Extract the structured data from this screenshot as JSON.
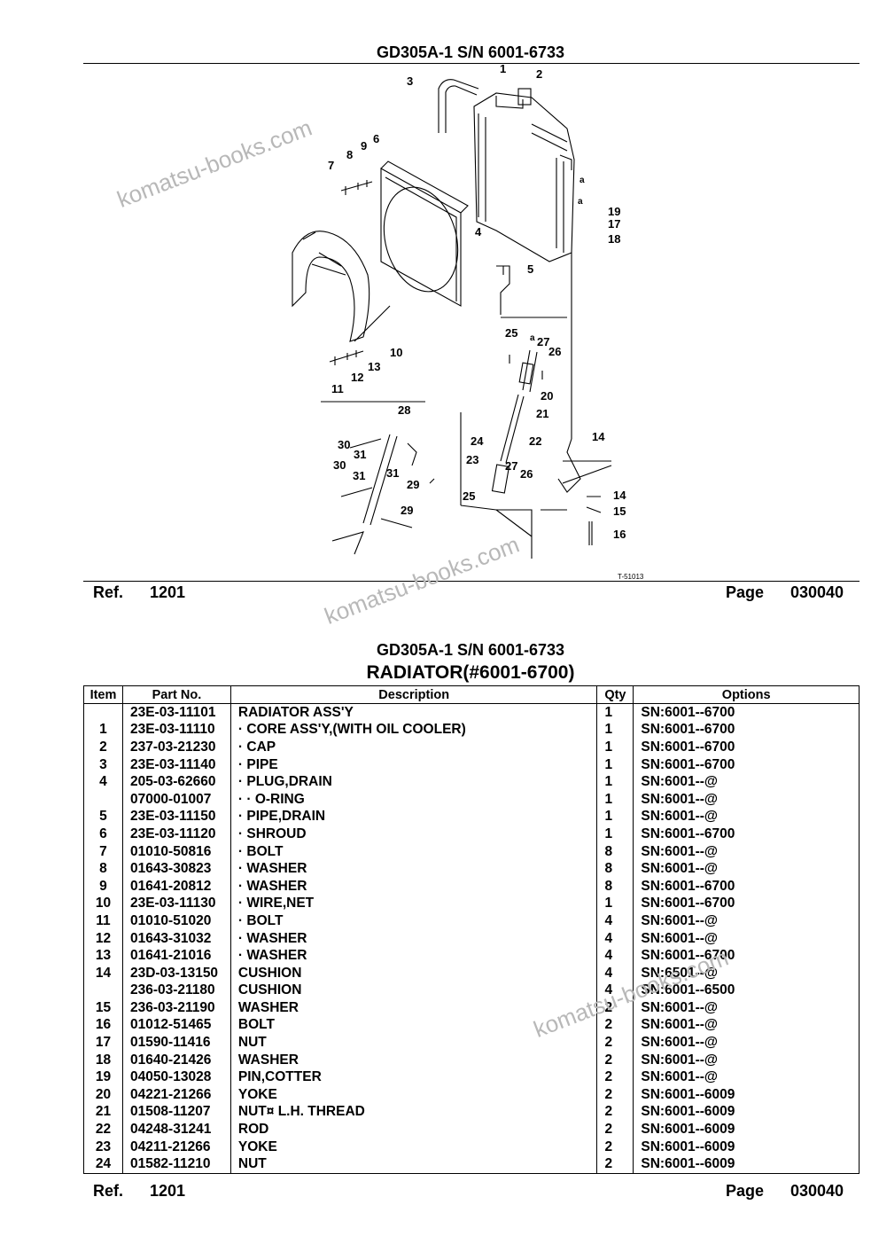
{
  "page_top": {
    "title": "GD305A-1 S/N 6001-6733",
    "ref_label": "Ref.",
    "ref_value": "1201",
    "page_label": "Page",
    "page_value": "030040"
  },
  "diagram": {
    "callouts": [
      "1",
      "2",
      "3",
      "4",
      "5",
      "6",
      "7",
      "8",
      "9",
      "10",
      "11",
      "12",
      "13",
      "14",
      "14",
      "15",
      "16",
      "17",
      "18",
      "19",
      "20",
      "21",
      "22",
      "23",
      "24",
      "25",
      "25",
      "26",
      "26",
      "27",
      "27",
      "28",
      "29",
      "29",
      "30",
      "30",
      "31",
      "31",
      "31",
      "a",
      "a",
      "a"
    ],
    "drawing_code": "T-51013"
  },
  "page_bottom": {
    "title": "GD305A-1 S/N 6001-6733",
    "subtitle": "RADIATOR(#6001-6700)",
    "ref_label": "Ref.",
    "ref_value": "1201",
    "page_label": "Page",
    "page_value": "030040"
  },
  "table": {
    "headers": [
      "Item",
      "Part No.",
      "Description",
      "Qty",
      "Options"
    ],
    "rows": [
      [
        "",
        "23E-03-11101",
        "RADIATOR ASS'Y",
        "1",
        "SN:6001--6700"
      ],
      [
        "1",
        "23E-03-11110",
        "·  CORE ASS'Y,(WITH OIL COOLER)",
        "1",
        "SN:6001--6700"
      ],
      [
        "2",
        "237-03-21230",
        "·  CAP",
        "1",
        "SN:6001--6700"
      ],
      [
        "3",
        "23E-03-11140",
        "·  PIPE",
        "1",
        "SN:6001--6700"
      ],
      [
        "4",
        "205-03-62660",
        "·  PLUG,DRAIN",
        "1",
        "SN:6001--@"
      ],
      [
        "",
        "07000-01007",
        "·  ·  O-RING",
        "1",
        "SN:6001--@"
      ],
      [
        "5",
        "23E-03-11150",
        "·  PIPE,DRAIN",
        "1",
        "SN:6001--@"
      ],
      [
        "6",
        "23E-03-11120",
        "·  SHROUD",
        "1",
        "SN:6001--6700"
      ],
      [
        "7",
        "01010-50816",
        "·  BOLT",
        "8",
        "SN:6001--@"
      ],
      [
        "8",
        "01643-30823",
        "·  WASHER",
        "8",
        "SN:6001--@"
      ],
      [
        "9",
        "01641-20812",
        "·  WASHER",
        "8",
        "SN:6001--6700"
      ],
      [
        "10",
        "23E-03-11130",
        "·  WIRE,NET",
        "1",
        "SN:6001--6700"
      ],
      [
        "11",
        "01010-51020",
        "·  BOLT",
        "4",
        "SN:6001--@"
      ],
      [
        "12",
        "01643-31032",
        "·  WASHER",
        "4",
        "SN:6001--@"
      ],
      [
        "13",
        "01641-21016",
        "·  WASHER",
        "4",
        "SN:6001--6700"
      ],
      [
        "14",
        "23D-03-13150",
        "CUSHION",
        "4",
        "SN:6501--@"
      ],
      [
        "",
        "236-03-21180",
        "CUSHION",
        "4",
        "SN:6001--6500"
      ],
      [
        "15",
        "236-03-21190",
        "WASHER",
        "2",
        "SN:6001--@"
      ],
      [
        "16",
        "01012-51465",
        "BOLT",
        "2",
        "SN:6001--@"
      ],
      [
        "17",
        "01590-11416",
        "NUT",
        "2",
        "SN:6001--@"
      ],
      [
        "18",
        "01640-21426",
        "WASHER",
        "2",
        "SN:6001--@"
      ],
      [
        "19",
        "04050-13028",
        "PIN,COTTER",
        "2",
        "SN:6001--@"
      ],
      [
        "20",
        "04221-21266",
        "YOKE",
        "2",
        "SN:6001--6009"
      ],
      [
        "21",
        "01508-11207",
        "NUT¤ L.H. THREAD",
        "2",
        "SN:6001--6009"
      ],
      [
        "22",
        "04248-31241",
        "ROD",
        "2",
        "SN:6001--6009"
      ],
      [
        "23",
        "04211-21266",
        "YOKE",
        "2",
        "SN:6001--6009"
      ],
      [
        "24",
        "01582-11210",
        "NUT",
        "2",
        "SN:6001--6009"
      ]
    ]
  },
  "watermark": "komatsu-books.com"
}
